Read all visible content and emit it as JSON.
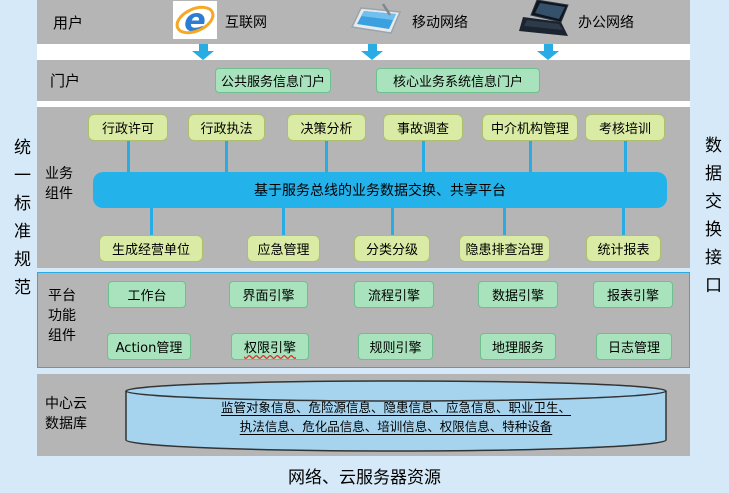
{
  "colors": {
    "background": "#d5e9f8",
    "section_gray": "#b5b5b5",
    "accent_blue": "#29abe3",
    "bus_bar_blue": "#24b2ea",
    "green_box": "#a9e3bd",
    "yellow_green_box": "#d9eba4",
    "cylinder_blue": "#a6d4ef"
  },
  "sides": {
    "left_label": "统一标准规范",
    "right_label": "数据交换接口"
  },
  "user_row": {
    "label": "用户",
    "items": [
      {
        "icon": "ie-browser-icon",
        "label": "互联网"
      },
      {
        "icon": "tablet-icon",
        "label": "移动网络"
      },
      {
        "icon": "laptop-icon",
        "label": "办公网络"
      }
    ]
  },
  "portal_row": {
    "label": "门户",
    "items": [
      "公共服务信息门户",
      "核心业务系统信息门户"
    ]
  },
  "business": {
    "label": "业务组件",
    "top_items": [
      "行政许可",
      "行政执法",
      "决策分析",
      "事故调查",
      "中介机构管理",
      "考核培训"
    ],
    "bus_bar": "基于服务总线的业务数据交换、共享平台",
    "bottom_items": [
      "生成经营单位",
      "应急管理",
      "分类分级",
      "隐患排查治理",
      "统计报表"
    ]
  },
  "platform": {
    "label": "平台功能组件",
    "row1": [
      "工作台",
      "界面引擎",
      "流程引擎",
      "数据引擎",
      "报表引擎"
    ],
    "row2": [
      "Action管理",
      "权限引擎",
      "规则引擎",
      "地理服务",
      "日志管理"
    ]
  },
  "cloud_db": {
    "label": "中心云数据库",
    "line1": "监管对象信息、危险源信息、隐患信息、应急信息、职业卫生、",
    "line2": "执法信息、危化品信息、培训信息、权限信息、特种设备"
  },
  "footer": {
    "title": "网络、云服务器资源"
  }
}
